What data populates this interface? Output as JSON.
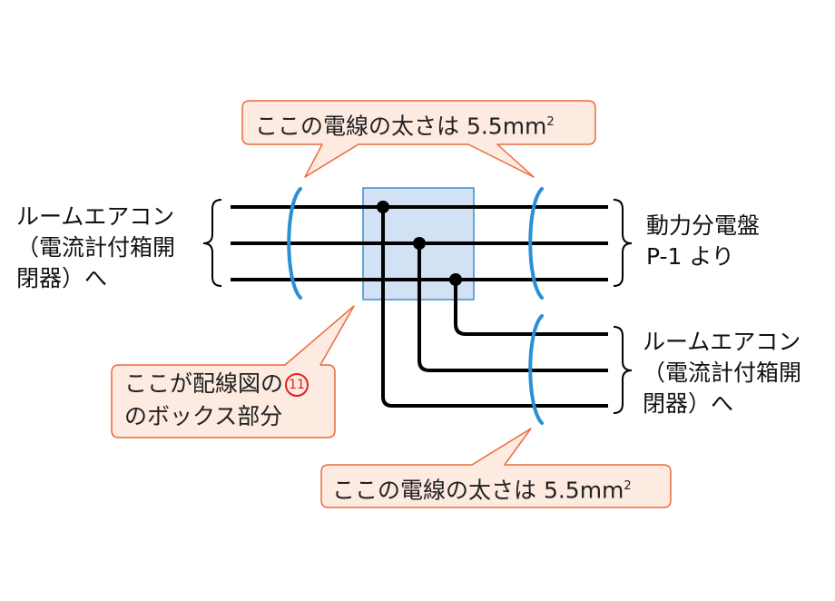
{
  "callouts": {
    "top": {
      "text": "ここの電線の太さは 5.5mm",
      "sup": "2"
    },
    "bottom": {
      "text": "ここの電線の太さは 5.5mm",
      "sup": "2"
    },
    "box": {
      "line1": "ここが配線図の",
      "number": "11",
      "line2": "のボックス部分"
    }
  },
  "labels": {
    "left": [
      "ルームエアコン",
      "（電流計付箱開",
      "閉器）へ"
    ],
    "right_top": [
      "動力分電盤",
      "P-1 より"
    ],
    "right_bottom": [
      "ルームエアコン",
      "（電流計付箱開",
      "閉器）へ"
    ]
  },
  "colors": {
    "wire": "#000000",
    "box_fill": "#d2e2f4",
    "box_stroke": "#3a8fd0",
    "bundle_ellipse": "#2a8fd6",
    "callout_fill": "#fdeae1",
    "callout_stroke": "#ec6a3a",
    "circled_number": "#e02020"
  }
}
